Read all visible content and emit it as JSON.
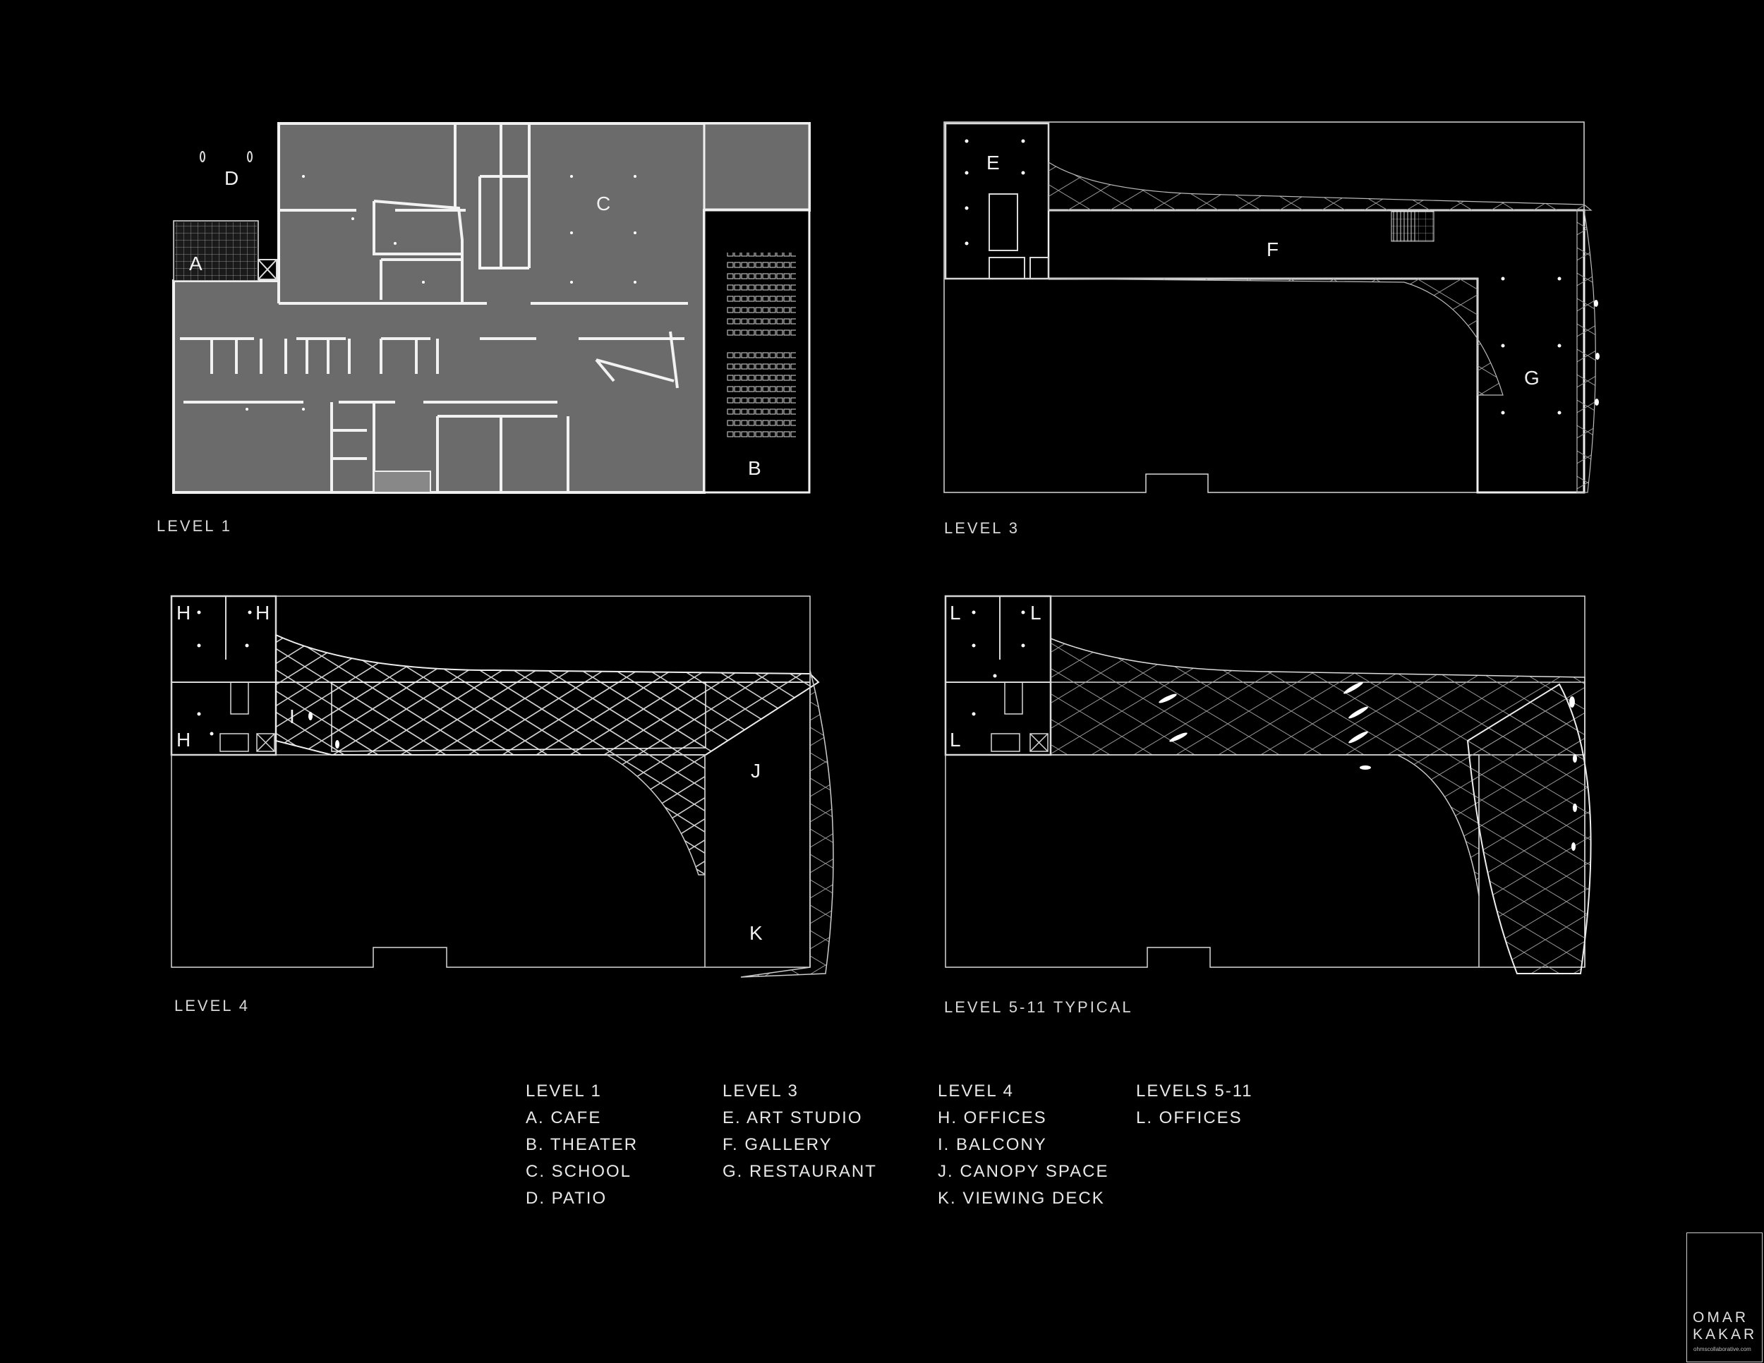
{
  "plans": [
    {
      "label": "LEVEL  1"
    },
    {
      "label": "LEVEL  3"
    },
    {
      "label": "LEVEL  4"
    },
    {
      "label": "LEVEL  5-11  TYPICAL"
    }
  ],
  "rooms": {
    "level1": [
      "A",
      "B",
      "C",
      "D"
    ],
    "level3": [
      "E",
      "F",
      "G"
    ],
    "level4": [
      "H",
      "H",
      "H",
      "I",
      "J",
      "K"
    ],
    "level5": [
      "L",
      "L",
      "L"
    ]
  },
  "legend": [
    {
      "heading": "LEVEL  1",
      "items": [
        "A.  CAFE",
        "B.  THEATER",
        "C.  SCHOOL",
        "D.  PATIO"
      ]
    },
    {
      "heading": "LEVEL  3",
      "items": [
        "E.  ART  STUDIO",
        "F.  GALLERY",
        "G.  RESTAURANT"
      ]
    },
    {
      "heading": "LEVEL  4",
      "items": [
        "H.  OFFICES",
        "I.  BALCONY",
        "J.  CANOPY  SPACE",
        "K.  VIEWING  DECK"
      ]
    },
    {
      "heading": "LEVELS  5-11",
      "items": [
        "L.  OFFICES"
      ]
    }
  ],
  "logo": {
    "line1": "OMAR",
    "line2": "KAKAR",
    "line3": "ohmscollaborative.com"
  },
  "colors": {
    "background": "#000000",
    "line": "#e0e0e0",
    "floor_fill": "#6a6a6a"
  }
}
